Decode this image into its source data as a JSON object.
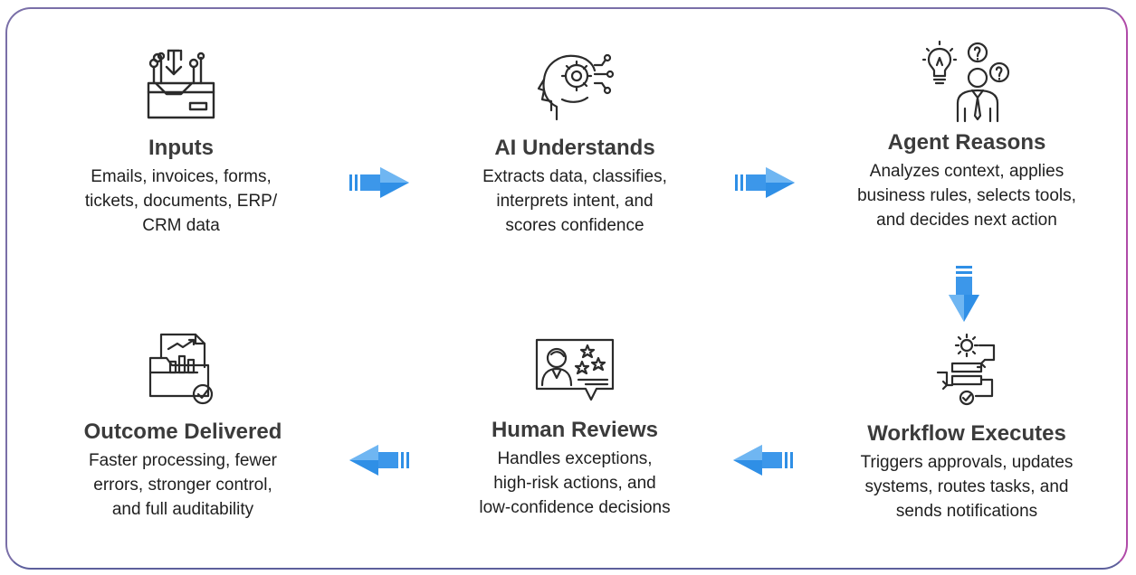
{
  "steps": [
    {
      "title": "Inputs",
      "desc_lines": [
        "Emails, invoices, forms,",
        "tickets, documents, ERP/",
        "CRM data"
      ],
      "icon": "inbox-download-icon"
    },
    {
      "title": "AI Understands",
      "desc_lines": [
        "Extracts data, classifies,",
        "interprets intent, and",
        "scores confidence"
      ],
      "icon": "ai-brain-head-icon"
    },
    {
      "title": "Agent Reasons",
      "desc_lines": [
        "Analyzes context, applies",
        "business rules, selects tools,",
        "and decides next action"
      ],
      "icon": "agent-idea-questions-icon"
    },
    {
      "title": "Workflow Executes",
      "desc_lines": [
        "Triggers approvals, updates",
        "systems, routes tasks, and",
        "sends notifications"
      ],
      "icon": "workflow-gear-icon"
    },
    {
      "title": "Human Reviews",
      "desc_lines": [
        "Handles exceptions,",
        "high-risk actions, and",
        "low-confidence decisions"
      ],
      "icon": "human-review-stars-icon"
    },
    {
      "title": "Outcome Delivered",
      "desc_lines": [
        "Faster processing, fewer",
        "errors, stronger control,",
        "and full auditability"
      ],
      "icon": "report-folder-check-icon"
    }
  ],
  "colors": {
    "arrow": "#2f8fe6",
    "arrow_light": "#6fb6f2",
    "icon_stroke": "#2b2b2b",
    "frame": "#7a6fa8"
  }
}
